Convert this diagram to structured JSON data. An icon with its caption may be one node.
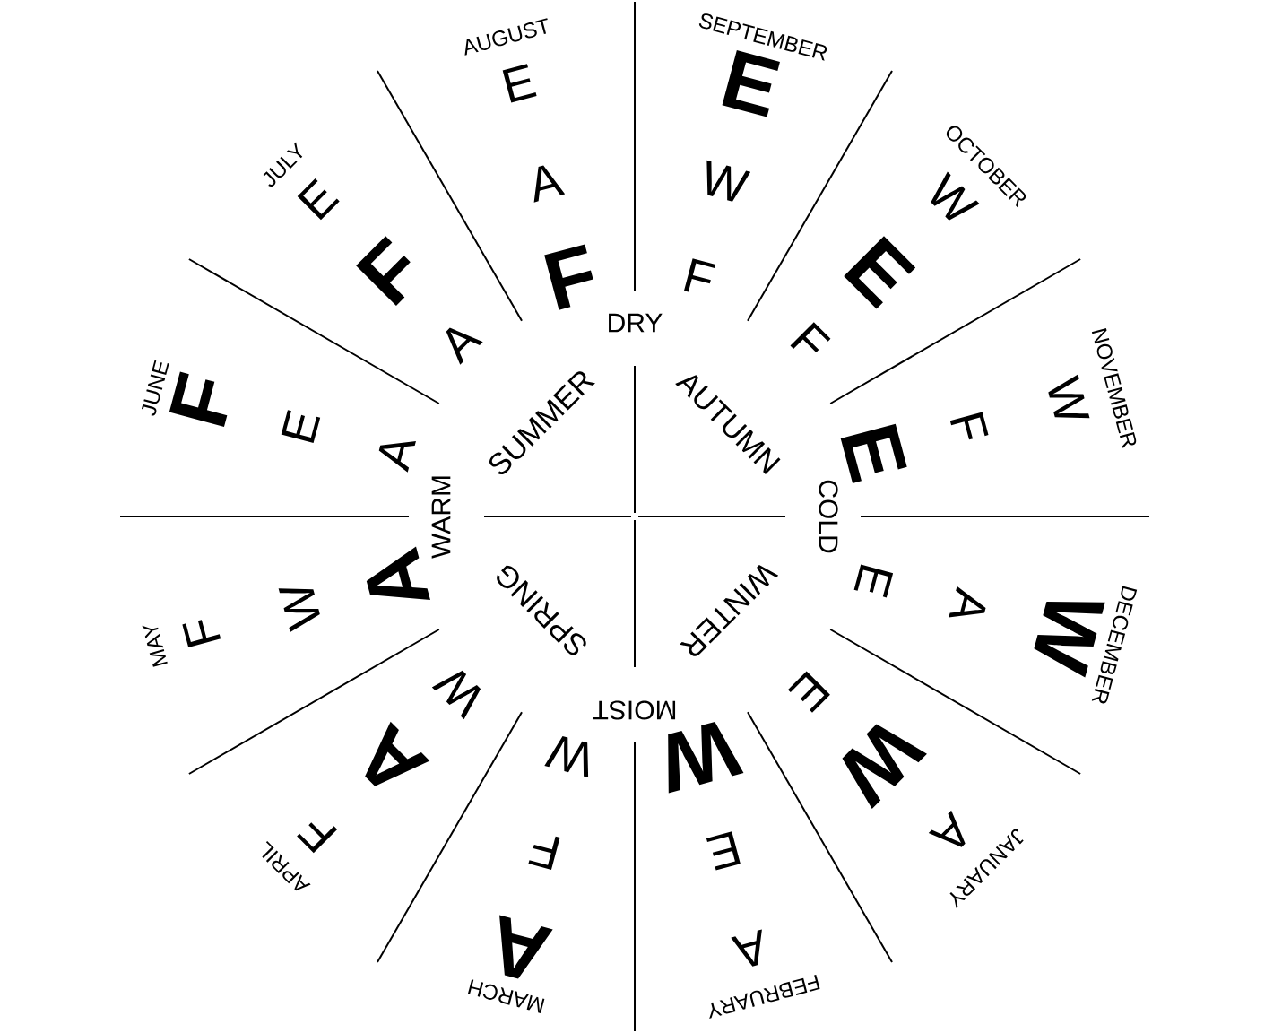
{
  "diagram": {
    "labels": [
      "SUMMER",
      "AUTUMN",
      "WINTER",
      "SPRING",
      "DRY",
      "COLD",
      "MOIST",
      "WARM",
      "SEPTEMBER",
      "F",
      "W",
      "E",
      "OCTOBER",
      "F",
      "E",
      "W",
      "NOVEMBER",
      "E",
      "F",
      "W",
      "DECEMBER",
      "E",
      "A",
      "W",
      "JANUARY",
      "E",
      "W",
      "A",
      "FEBRUARY",
      "W",
      "E",
      "A",
      "MARCH",
      "W",
      "F",
      "A",
      "APRIL",
      "W",
      "A",
      "F",
      "MAY",
      "A",
      "W",
      "F",
      "JUNE",
      "A",
      "E",
      "F",
      "JULY",
      "A",
      "F",
      "E",
      "AUGUST",
      "F",
      "A",
      "E"
    ]
  }
}
